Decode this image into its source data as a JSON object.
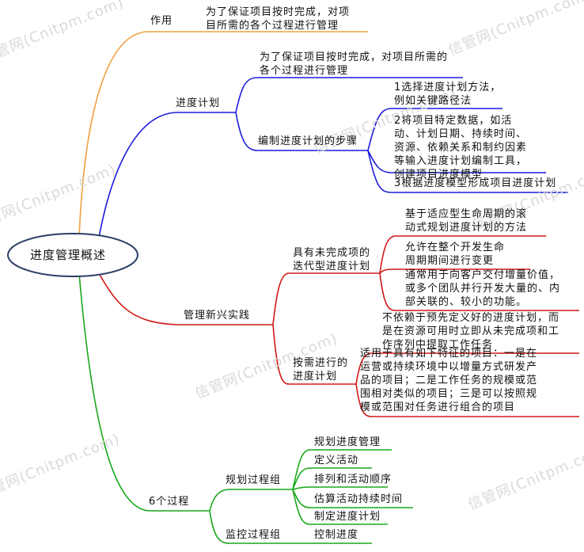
{
  "root": "进度管理概述",
  "watermark": "信管网(Cnitpm.com)",
  "branches": {
    "zuoyong": {
      "label": "作用",
      "text": "为了保证项目按时完成，对项\n目所需的各个过程进行管理"
    },
    "jindu": {
      "label": "进度计划",
      "desc": "为了保证项目按时完成，对项目所需的\n各个过程进行管理",
      "steps_label": "编制进度计划的步骤",
      "steps": [
        "1选择进度计划方法，\n例如关键路径法",
        "2将项目特定数据，如活\n动、计划日期、持续时间、\n资源、依赖关系和制约因素\n等输入进度计划编制工具，\n创建项目进度模型",
        "3根据进度模型形成项目进度计划"
      ]
    },
    "xinxing": {
      "label": "管理新兴实践",
      "iterative": {
        "label": "具有未完成项的\n迭代型进度计划",
        "items": [
          "基于适应型生命周期的滚\n动式规划进度计划的方法",
          "允许在整个开发生命\n周期期间进行变更",
          "通常用于向客户交付增量价值，\n或多个团队并行开发大量的、内\n部关联的、较小的功能。"
        ]
      },
      "ondemand": {
        "label": "按需进行的\n进度计划",
        "items": [
          "不依赖于预先定义好的进度计划，而\n是在资源可用时立即从未完成项和工\n作序列中提取工作任务",
          "适用于具有如下特征的项目：一是在\n运营或持续环境中以增量方式研发产\n品的项目；二是工作任务的规模或范\n围相对类似的项目；三是可以按照规\n模或范围对任务进行组合的项目"
        ]
      }
    },
    "guocheng": {
      "label": "6个过程",
      "planning": {
        "label": "规划过程组",
        "items": [
          "规划进度管理",
          "定义活动",
          "排列和活动顺序",
          "估算活动持续时间",
          "制定进度计划"
        ]
      },
      "monitoring": {
        "label": "监控过程组",
        "items": [
          "控制进度"
        ]
      }
    }
  },
  "colors": {
    "orange": "#f0a040",
    "blue": "#1a1adc",
    "red": "#d01818",
    "green": "#1aa81a",
    "root_stroke": "#2c3e66"
  }
}
